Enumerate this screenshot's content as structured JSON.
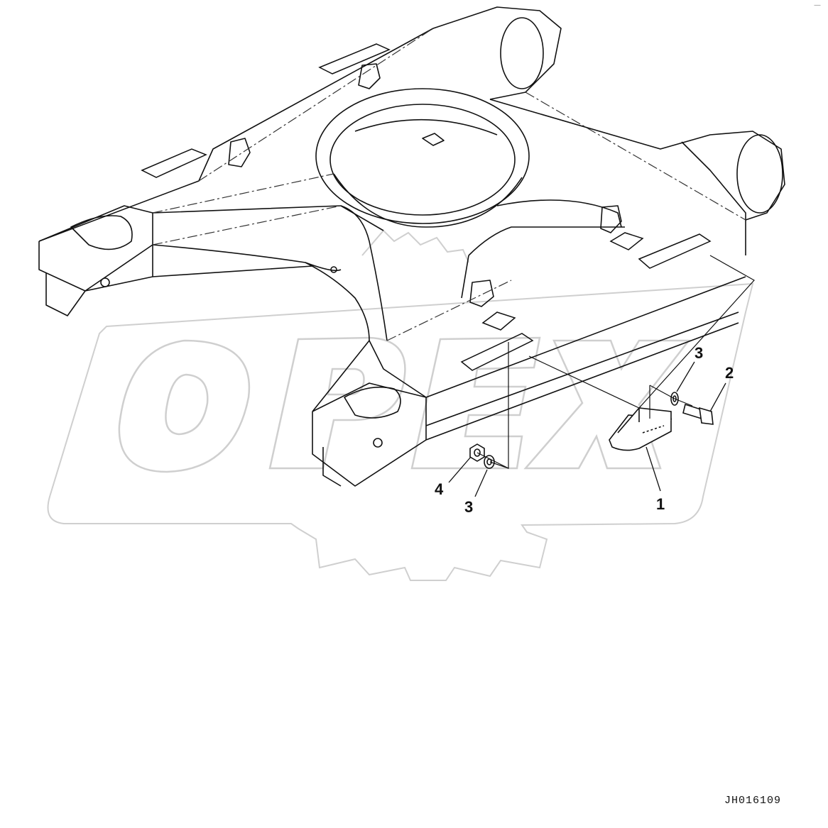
{
  "watermark": {
    "text": "OPEX",
    "color": "#d8d8d8"
  },
  "callouts": {
    "part_1": "1",
    "part_2": "2",
    "part_3_upper": "3",
    "part_3_lower": "3",
    "part_4": "4"
  },
  "drawing_id": "JH016109",
  "corner_mark": "—"
}
